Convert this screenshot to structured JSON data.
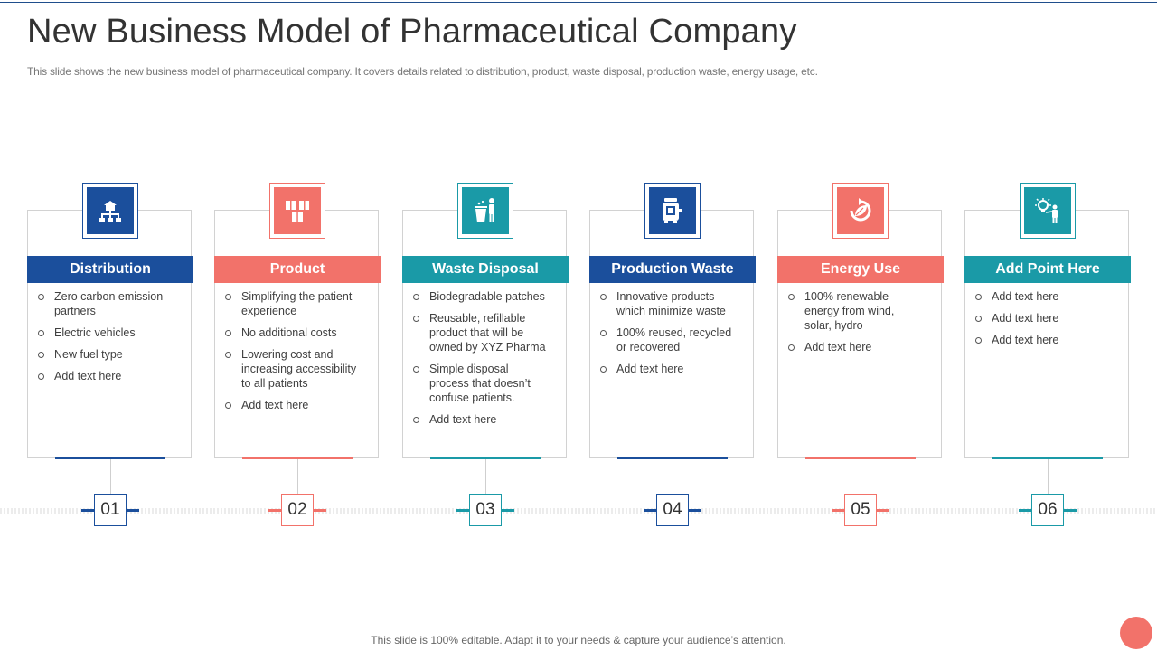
{
  "slide": {
    "title": "New Business Model of Pharmaceutical Company",
    "subtitle": "This slide shows the new business model of pharmaceutical company. It covers details related to distribution, product, waste disposal, production waste, energy usage, etc.",
    "footer": "This slide is 100% editable. Adapt it to your needs & capture your audience’s attention."
  },
  "colors": {
    "blue": "#1b4f9c",
    "coral": "#f2726a",
    "teal": "#1a9aa7",
    "title_rule": "#1f4e8c"
  },
  "columns": [
    {
      "number": "01",
      "title": "Distribution",
      "color": "#1b4f9c",
      "icon": "distribution-network-icon",
      "points": [
        "Zero carbon emission partners",
        "Electric vehicles",
        "New fuel type",
        "Add text here"
      ]
    },
    {
      "number": "02",
      "title": "Product",
      "color": "#f2726a",
      "icon": "product-boxes-icon",
      "points": [
        "Simplifying the patient experience",
        "No additional costs",
        "Lowering cost and increasing accessibility to all patients",
        "Add text here"
      ]
    },
    {
      "number": "03",
      "title": "Waste Disposal",
      "color": "#1a9aa7",
      "icon": "waste-bin-person-icon",
      "points": [
        "Biodegradable patches",
        "Reusable, refillable product that will be owned by XYZ Pharma",
        "Simple disposal process that doesn’t confuse patients.",
        "Add text here"
      ]
    },
    {
      "number": "04",
      "title": "Production Waste",
      "color": "#1b4f9c",
      "icon": "production-machine-icon",
      "points": [
        "Innovative products which minimize waste",
        "100% reused, recycled or recovered",
        "Add text here"
      ]
    },
    {
      "number": "05",
      "title": "Energy Use",
      "color": "#f2726a",
      "icon": "renewable-energy-leaf-icon",
      "points": [
        "100% renewable energy from wind, solar, hydro",
        "Add text here"
      ]
    },
    {
      "number": "06",
      "title": "Add Point Here",
      "color": "#1a9aa7",
      "icon": "idea-bulb-person-icon",
      "points": [
        "Add text here",
        "Add text here",
        "Add text here"
      ]
    }
  ]
}
